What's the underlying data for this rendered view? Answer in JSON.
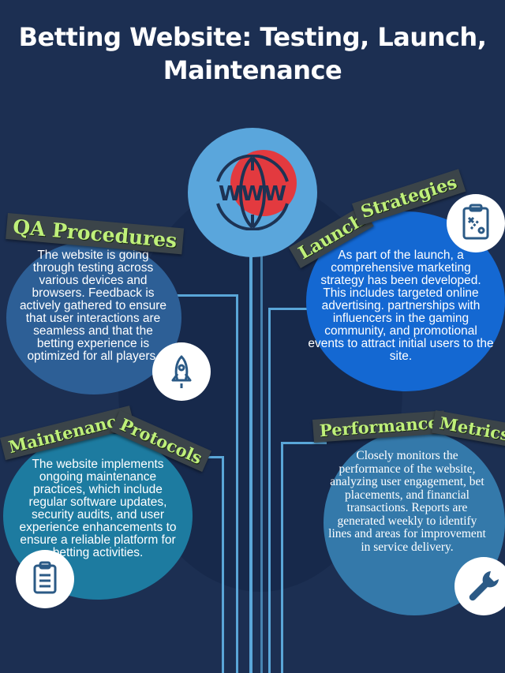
{
  "title": "Betting Website: Testing, Launch, Maintenance",
  "hub": {
    "label": "WWW",
    "icon": "www-globe-icon"
  },
  "qa": {
    "heading": "QA Procedures",
    "text": "The website is going through testing across various devices and browsers. Feedback is actively gathered to ensure that user interactions are seamless and that the betting experience is optimized for all players.",
    "icon": "rocket-icon"
  },
  "launch": {
    "heading_word1": "Launch",
    "heading_word2": "Strategies",
    "text": "As part of the launch, a comprehensive marketing strategy has been developed. This includes targeted online advertising. partnerships with influencers in the gaming community, and promotional events to attract initial users to the site.",
    "icon": "strategy-board-icon"
  },
  "maintenance": {
    "heading_word1": "Maintenance",
    "heading_word2": "Protocols",
    "text": "The website implements ongoing maintenance practices, which include regular software updates, security audits, and user experience enhancements to ensure a reliable platform for betting activities.",
    "icon": "clipboard-icon"
  },
  "performance": {
    "heading_word1": "Performance",
    "heading_word2": "Metrics",
    "text": "Closely monitors the performance of the website, analyzing user engagement, bet placements, and financial transactions. Reports are generated weekly to identify lines and areas for improvement in service delivery.",
    "icon": "wrench-icon"
  },
  "colors": {
    "background": "#1c2f52",
    "connector": "#5aa6d8",
    "hub": "#5aa6dc",
    "hub_accent": "#e33a3f",
    "banner": "#3b4449",
    "banner_text": "#bff07a"
  }
}
